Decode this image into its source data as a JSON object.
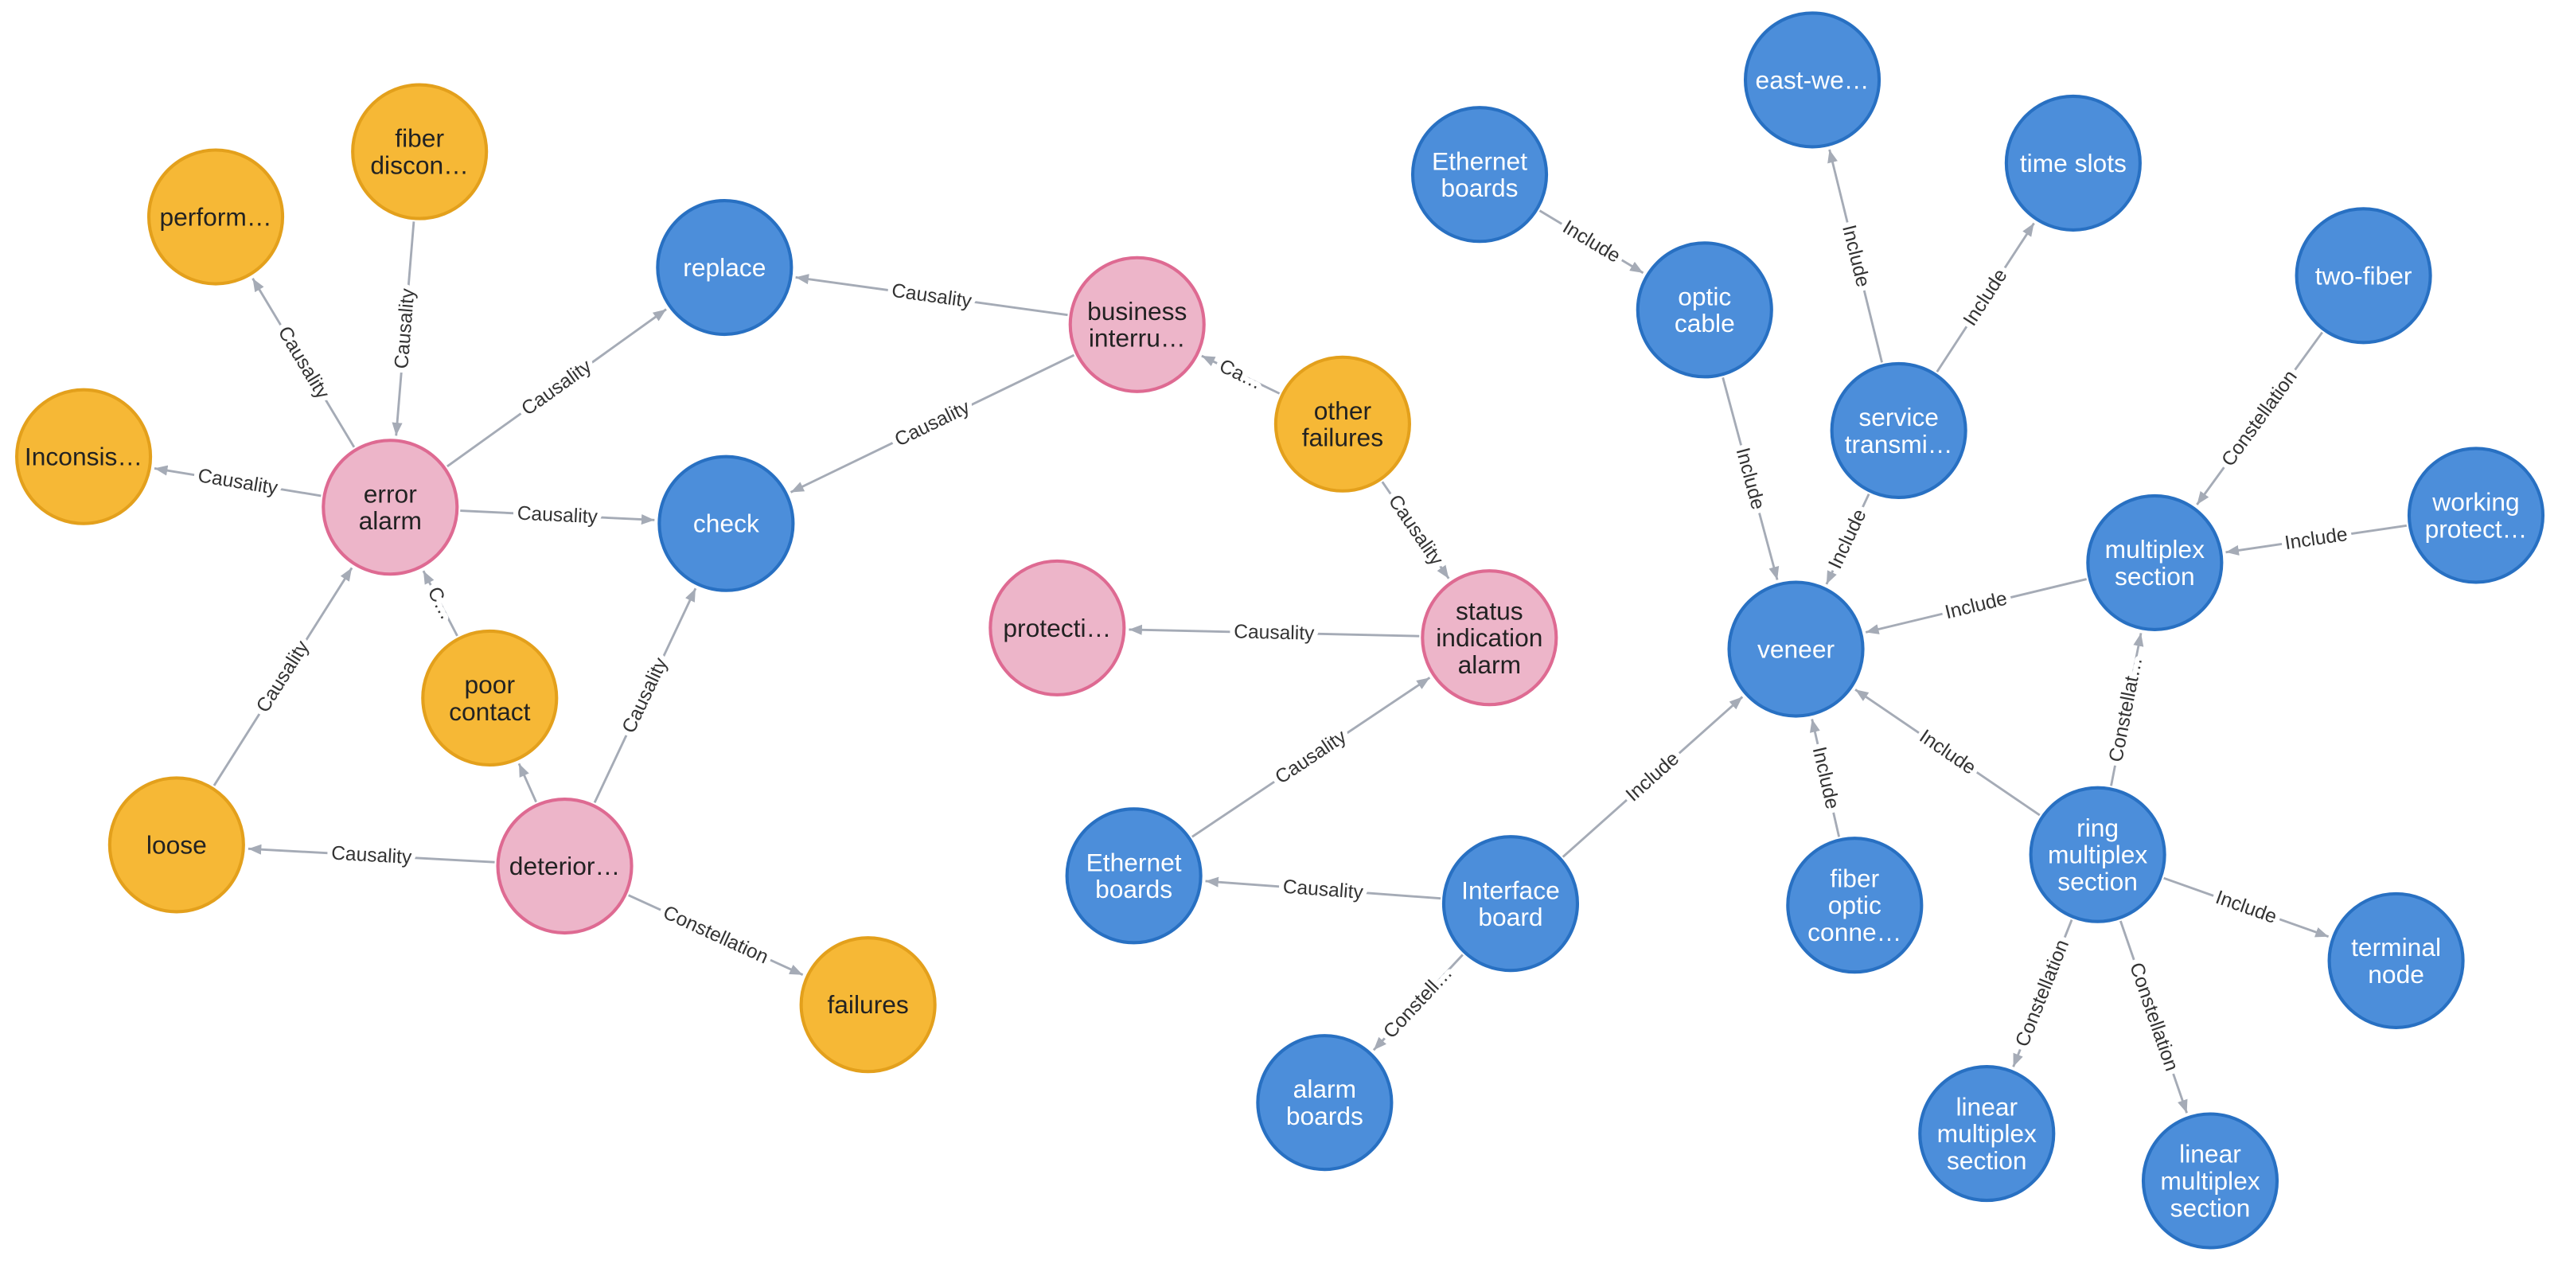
{
  "palette": {
    "orange": {
      "fill": "#F6B836",
      "stroke": "#E3A01C",
      "text": "#222222"
    },
    "pink": {
      "fill": "#EDB5C9",
      "stroke": "#DE6A92",
      "text": "#222222"
    },
    "blue": {
      "fill": "#4C8EDA",
      "stroke": "#2870C2",
      "text": "#FFFFFF"
    }
  },
  "edge_color": "#A5ABB6",
  "nodes": [
    {
      "color": "orange",
      "caption": [
        "perform…"
      ]
    },
    {
      "color": "orange",
      "caption": [
        "fiber",
        "discon…"
      ]
    },
    {
      "color": "orange",
      "caption": [
        "Inconsis…"
      ]
    },
    {
      "color": "orange",
      "caption": [
        "loose"
      ]
    },
    {
      "color": "orange",
      "caption": [
        "poor",
        "contact"
      ]
    },
    {
      "color": "orange",
      "caption": [
        "failures"
      ]
    },
    {
      "color": "orange",
      "caption": [
        "other",
        "failures"
      ]
    },
    {
      "color": "pink",
      "caption": [
        "error",
        "alarm"
      ]
    },
    {
      "color": "pink",
      "caption": [
        "deterior…"
      ]
    },
    {
      "color": "pink",
      "caption": [
        "business",
        "interru…"
      ]
    },
    {
      "color": "pink",
      "caption": [
        "status",
        "indication",
        "alarm"
      ]
    },
    {
      "color": "pink",
      "caption": [
        "protecti…"
      ]
    },
    {
      "color": "blue",
      "caption": [
        "replace"
      ]
    },
    {
      "color": "blue",
      "caption": [
        "check"
      ]
    },
    {
      "color": "blue",
      "caption": [
        "Ethernet",
        "boards"
      ]
    },
    {
      "color": "blue",
      "caption": [
        "Interface",
        "board"
      ]
    },
    {
      "color": "blue",
      "caption": [
        "alarm",
        "boards"
      ]
    },
    {
      "color": "blue",
      "caption": [
        "veneer"
      ]
    },
    {
      "color": "blue",
      "caption": [
        "fiber",
        "optic",
        "conne…"
      ]
    },
    {
      "color": "blue",
      "caption": [
        "Ethernet",
        "boards"
      ]
    },
    {
      "color": "blue",
      "caption": [
        "optic",
        "cable"
      ]
    },
    {
      "color": "blue",
      "caption": [
        "east-we…"
      ]
    },
    {
      "color": "blue",
      "caption": [
        "time slots"
      ]
    },
    {
      "color": "blue",
      "caption": [
        "service",
        "transmi…"
      ]
    },
    {
      "color": "blue",
      "caption": [
        "two-fiber"
      ]
    },
    {
      "color": "blue",
      "caption": [
        "multiplex",
        "section"
      ]
    },
    {
      "color": "blue",
      "caption": [
        "working",
        "protect…"
      ]
    },
    {
      "color": "blue",
      "caption": [
        "ring",
        "multiplex",
        "section"
      ]
    },
    {
      "color": "blue",
      "caption": [
        "terminal",
        "node"
      ]
    },
    {
      "color": "blue",
      "caption": [
        "linear",
        "multiplex",
        "section"
      ]
    },
    {
      "color": "blue",
      "caption": [
        "linear",
        "multiplex",
        "section"
      ]
    }
  ],
  "relationships": [
    {
      "from": 7,
      "to": 0,
      "label": "Causality"
    },
    {
      "from": 1,
      "to": 7,
      "label": "Causality"
    },
    {
      "from": 7,
      "to": 2,
      "label": "Causality"
    },
    {
      "from": 7,
      "to": 12,
      "label": "Causality"
    },
    {
      "from": 7,
      "to": 13,
      "label": "Causality"
    },
    {
      "from": 3,
      "to": 7,
      "label": "Causality"
    },
    {
      "from": 4,
      "to": 7,
      "label": "C…"
    },
    {
      "from": 8,
      "to": 4
    },
    {
      "from": 8,
      "to": 3,
      "label": "Causality"
    },
    {
      "from": 8,
      "to": 13,
      "label": "Causality"
    },
    {
      "from": 8,
      "to": 5,
      "label": "Constellation"
    },
    {
      "from": 9,
      "to": 12,
      "label": "Causality"
    },
    {
      "from": 9,
      "to": 13,
      "label": "Causality"
    },
    {
      "from": 6,
      "to": 9,
      "label": "Ca…"
    },
    {
      "from": 6,
      "to": 10,
      "label": "Causality"
    },
    {
      "from": 10,
      "to": 11,
      "label": "Causality"
    },
    {
      "from": 15,
      "to": 14,
      "label": "Causality"
    },
    {
      "from": 14,
      "to": 10,
      "label": "Causality"
    },
    {
      "from": 15,
      "to": 16,
      "label": "Constell…"
    },
    {
      "from": 15,
      "to": 17,
      "label": "Include"
    },
    {
      "from": 18,
      "to": 17,
      "label": "Include"
    },
    {
      "from": 19,
      "to": 20,
      "label": "Include"
    },
    {
      "from": 20,
      "to": 17,
      "label": "Include"
    },
    {
      "from": 23,
      "to": 21,
      "label": "Include"
    },
    {
      "from": 23,
      "to": 22,
      "label": "Include"
    },
    {
      "from": 23,
      "to": 17,
      "label": "Include"
    },
    {
      "from": 24,
      "to": 25,
      "label": "Constellation"
    },
    {
      "from": 26,
      "to": 25,
      "label": "Include"
    },
    {
      "from": 25,
      "to": 17,
      "label": "Include"
    },
    {
      "from": 27,
      "to": 25,
      "label": "Constellat…"
    },
    {
      "from": 27,
      "to": 17,
      "label": "Include"
    },
    {
      "from": 27,
      "to": 28,
      "label": "Include"
    },
    {
      "from": 27,
      "to": 29,
      "label": "Constellation"
    },
    {
      "from": 27,
      "to": 30,
      "label": "Constellation"
    }
  ]
}
